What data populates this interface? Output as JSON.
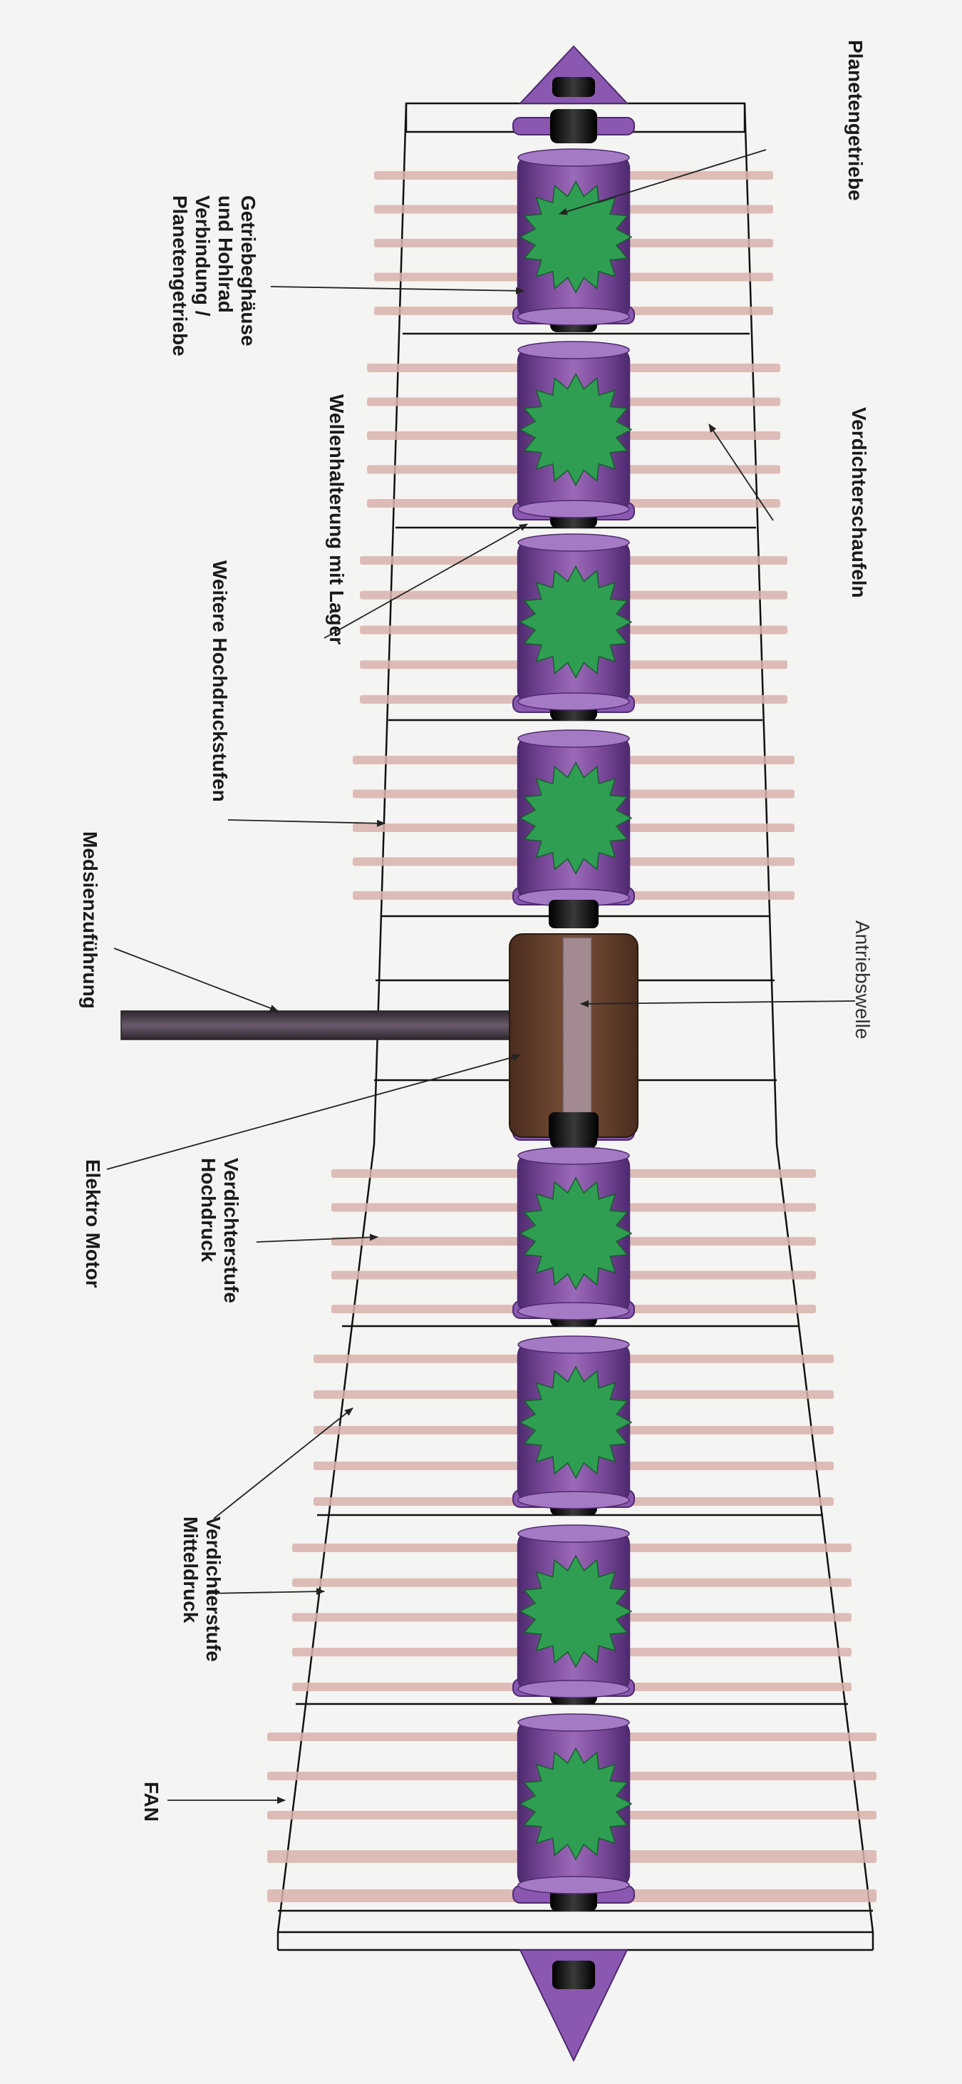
{
  "labels": {
    "planetengetriebe": "Planetengetriebe",
    "verdichterschaufeln": "Verdichterschaufeln",
    "getriebegehaeuse": "Getriebeghäuse\nund Hohlrad\nVerbindung /\nPlanetengetriebe",
    "wellenhalterung": "Wellenhalterung mit Lager",
    "weitere_hochdruckstufen": "Weitere Hochdruckstufen",
    "antriebswelle": "Antriebswelle",
    "mediszufuehrung": "Medsienzuführung",
    "elektro_motor": "Elektro Motor",
    "verdichterstufe_hochdruck": "Verdichterstufe\nHochdruck",
    "verdichterstufe_mitteldruck": "Verdichterstufe\nMitteldruck",
    "fan": "FAN"
  },
  "colors": {
    "gear_housing": "#7a4a9a",
    "gear_housing_dark": "#4e2a6e",
    "planet_gear": "#2f9e52",
    "blade": "#d9b3ad",
    "motor": "#6e4632",
    "shaft_pipe": "#4a3f4a",
    "bearing": "#1c1c1c",
    "frame": "#111111"
  }
}
